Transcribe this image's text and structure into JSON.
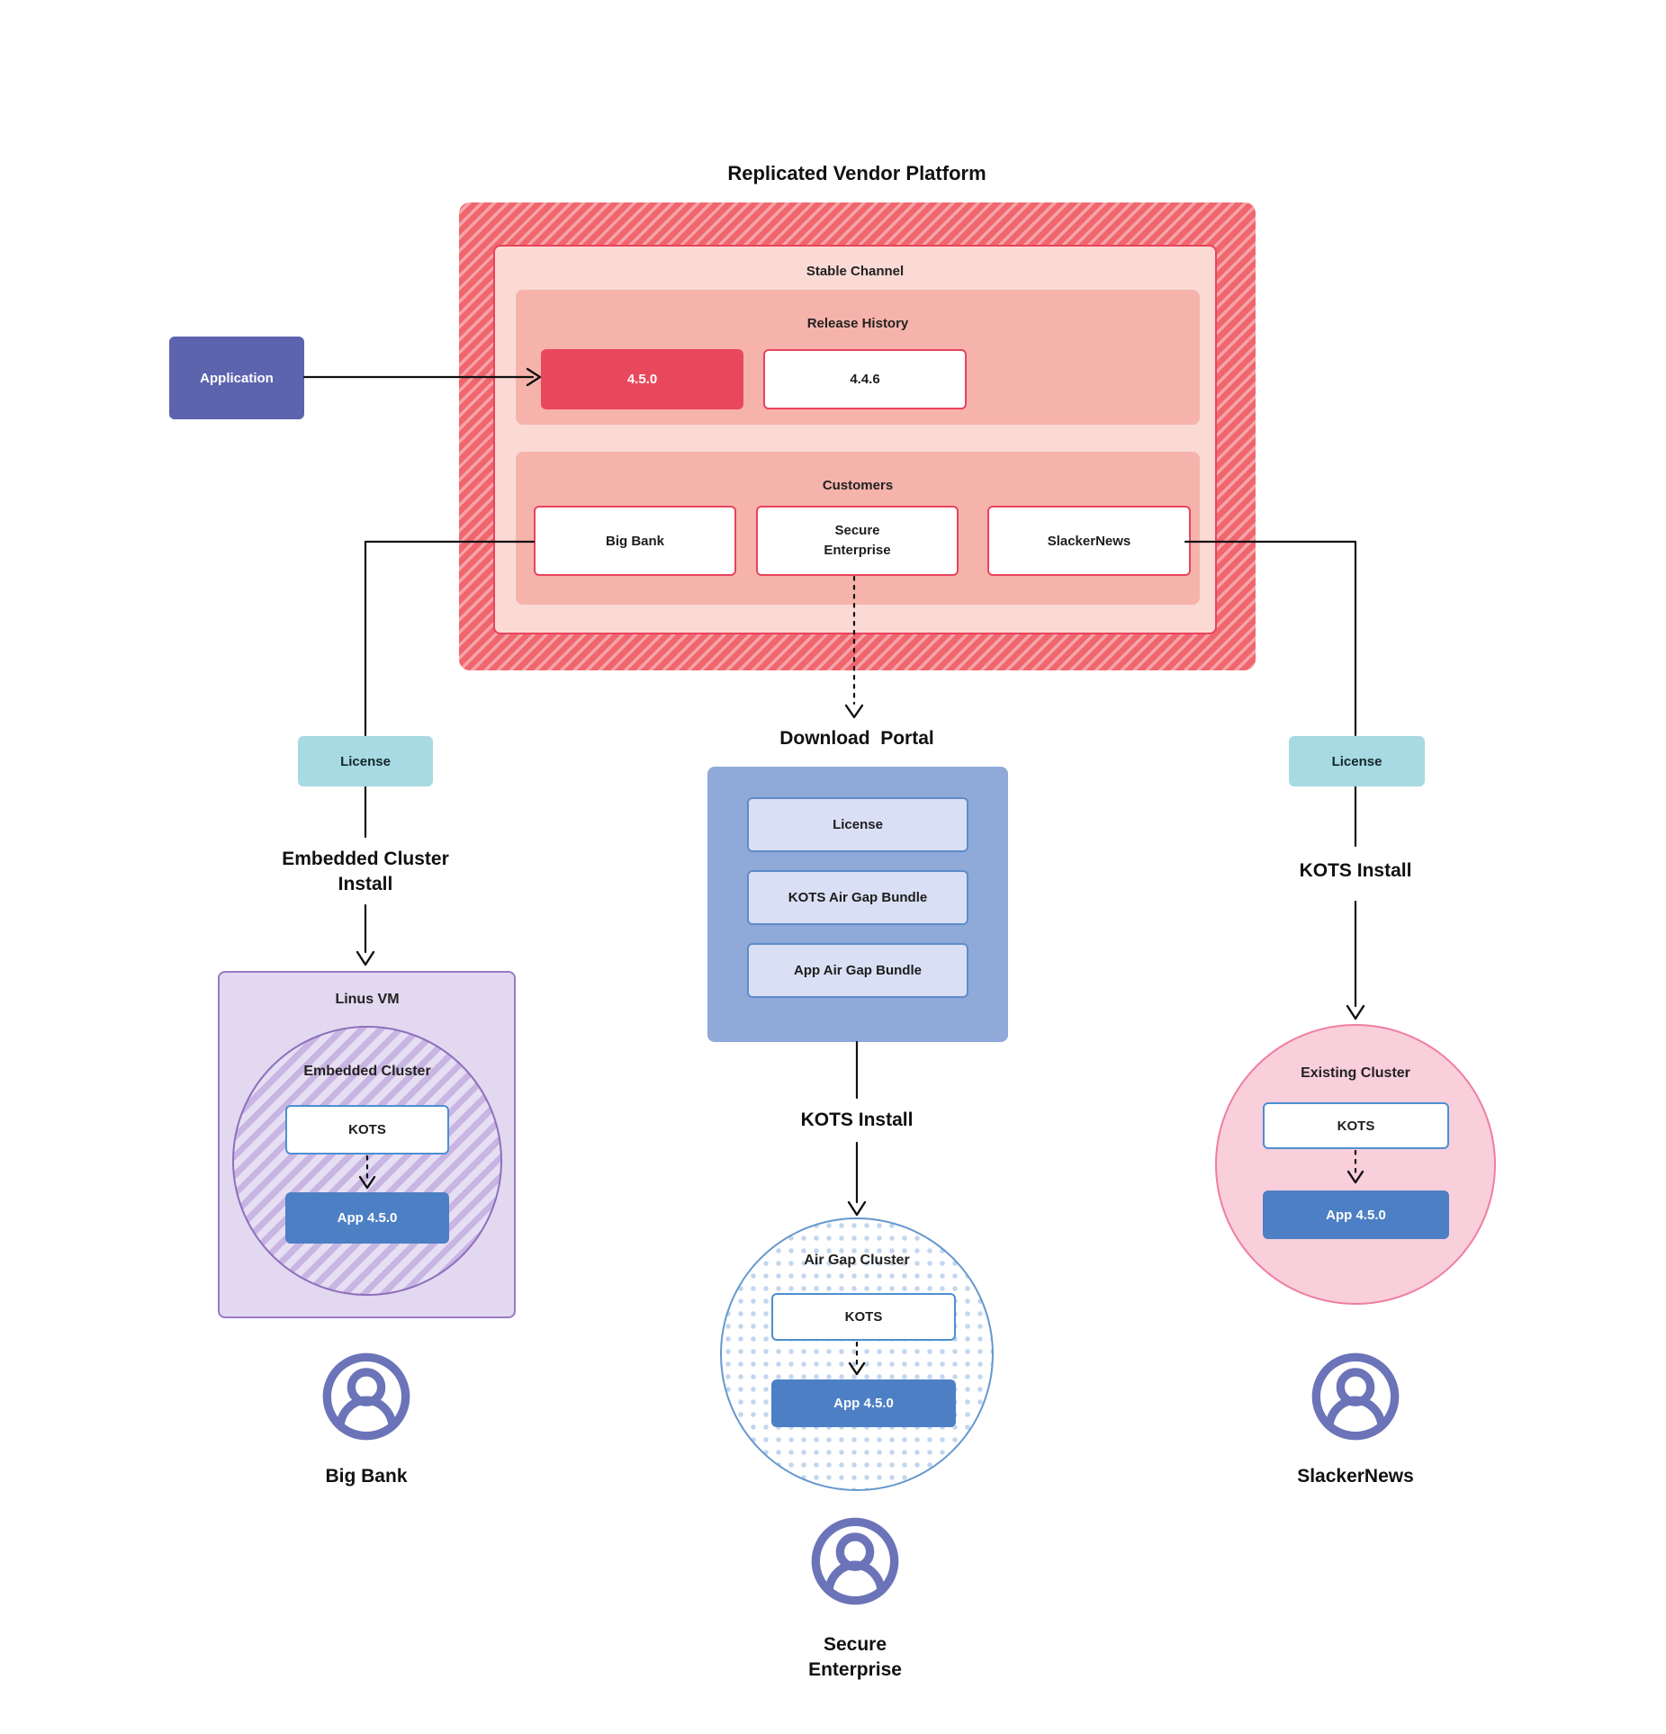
{
  "diagram_title": "Replicated Vendor Platform",
  "application": {
    "label": "Application"
  },
  "platform": {
    "stable_channel": {
      "title": "Stable Channel"
    },
    "release_history": {
      "title": "Release History",
      "current_release": "4.5.0",
      "previous_release": "4.4.6"
    },
    "customers": {
      "title": "Customers",
      "big_bank": "Big Bank",
      "secure_enterprise": "Secure Enterprise",
      "slackernews": "SlackerNews"
    }
  },
  "big_bank_flow": {
    "license_label": "License",
    "install_label": "Embedded Cluster Install",
    "vm_title": "Linus VM",
    "cluster_title": "Embedded Cluster",
    "kots_label": "KOTS",
    "app_label": "App 4.5.0",
    "user_label": "Big Bank"
  },
  "secure_enterprise_flow": {
    "portal_title": "Download  Portal",
    "portal_license": "License",
    "portal_kots_bundle": "KOTS Air Gap Bundle",
    "portal_app_bundle": "App Air Gap Bundle",
    "install_label": "KOTS Install",
    "cluster_title": "Air Gap Cluster",
    "kots_label": "KOTS",
    "app_label": "App 4.5.0",
    "user_label": "Secure Enterprise"
  },
  "slackernews_flow": {
    "license_label": "License",
    "install_label": "KOTS Install",
    "cluster_title": "Existing Cluster",
    "kots_label": "KOTS",
    "app_label": "App 4.5.0",
    "user_label": "SlackerNews"
  },
  "colors": {
    "platform_hatch_base": "#f0666d",
    "platform_hatch_stripe": "#f6a3a9",
    "stable_channel_bg": "#fbdad5",
    "panel_bg": "#f6b3ab",
    "red_accent": "#e8435c",
    "current_release_bg": "#e9485c",
    "application_bg": "#5c64ae",
    "license_bg": "#a7dae3",
    "portal_bg": "#8fa9d9",
    "portal_item_bg": "#d9dff4",
    "app_box_bg": "#4d7fc4",
    "kots_border": "#4d8fd1",
    "vm_bg": "#e2d8f0",
    "vm_border": "#9b79c5",
    "embedded_hatch": "#c8b5e2",
    "airgap_border": "#6598ce",
    "existing_cluster_bg": "#f9cfdc",
    "existing_cluster_border": "#f07ea0",
    "user_icon": "#6b74b8",
    "line_color": "#111111"
  }
}
